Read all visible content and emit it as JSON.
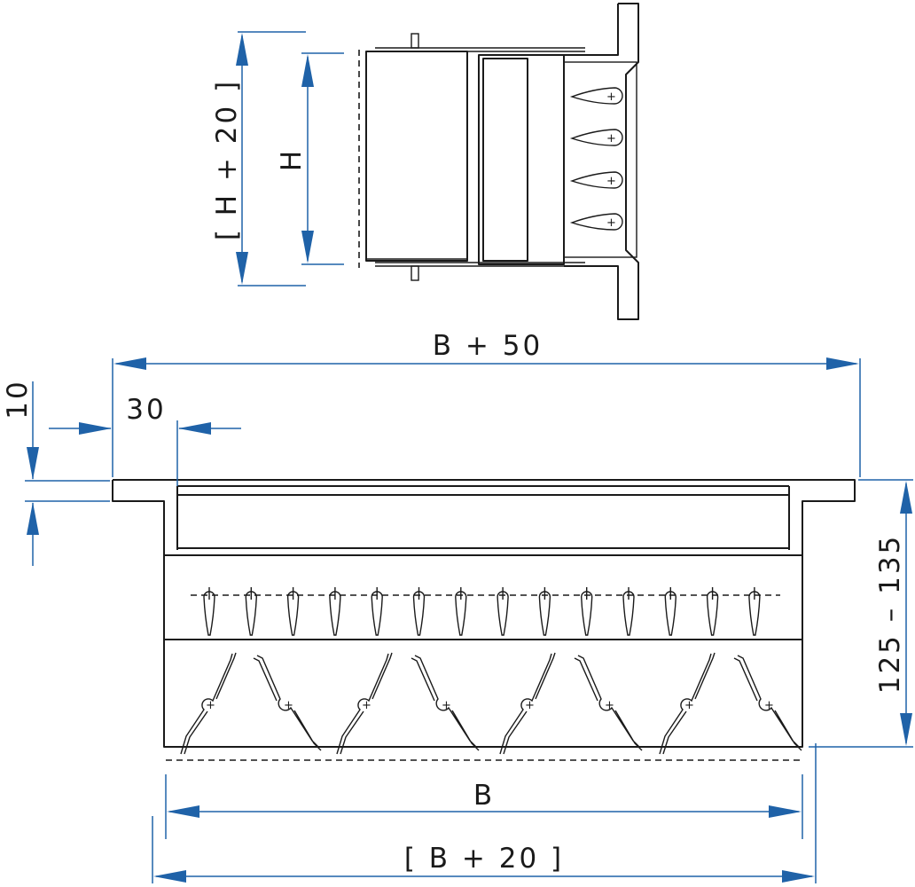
{
  "labels": {
    "h_plus_20": "[ H + 20 ]",
    "h": "H",
    "b_plus_50": "B + 50",
    "ten": "10",
    "thirty": "30",
    "range": "125 – 135",
    "b": "B",
    "b_plus_20": "[ B + 20 ]"
  },
  "colors": {
    "dimension": "#1f62a8",
    "outline": "#1a1a1a"
  }
}
